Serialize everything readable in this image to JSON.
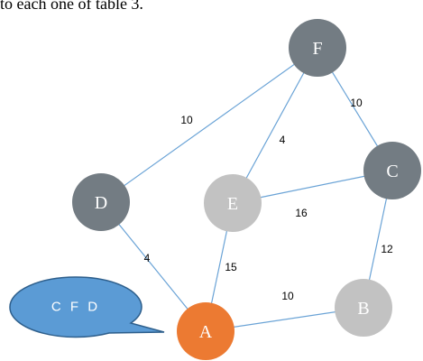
{
  "caption_fragment": "to each one of table 3.",
  "colors": {
    "dark_node": "#737c83",
    "light_node": "#c2c2c2",
    "highlight_node": "#ec7a32",
    "edge": "#6aa3d6",
    "callout_fill": "#5b9bd5",
    "callout_stroke": "#2e5f8c"
  },
  "nodes": [
    {
      "id": "F",
      "label": "F",
      "style": "dark"
    },
    {
      "id": "C",
      "label": "C",
      "style": "dark"
    },
    {
      "id": "D",
      "label": "D",
      "style": "dark"
    },
    {
      "id": "E",
      "label": "E",
      "style": "light"
    },
    {
      "id": "A",
      "label": "A",
      "style": "highlight"
    },
    {
      "id": "B",
      "label": "B",
      "style": "light"
    }
  ],
  "edges": [
    {
      "from": "F",
      "to": "D",
      "weight": "10"
    },
    {
      "from": "F",
      "to": "C",
      "weight": "10"
    },
    {
      "from": "F",
      "to": "E",
      "weight": "4"
    },
    {
      "from": "E",
      "to": "C",
      "weight": "16"
    },
    {
      "from": "D",
      "to": "A",
      "weight": "4"
    },
    {
      "from": "E",
      "to": "A",
      "weight": "15"
    },
    {
      "from": "C",
      "to": "B",
      "weight": "12"
    },
    {
      "from": "A",
      "to": "B",
      "weight": "10"
    }
  ],
  "callout": {
    "text": "C F D",
    "points_to": "A"
  }
}
